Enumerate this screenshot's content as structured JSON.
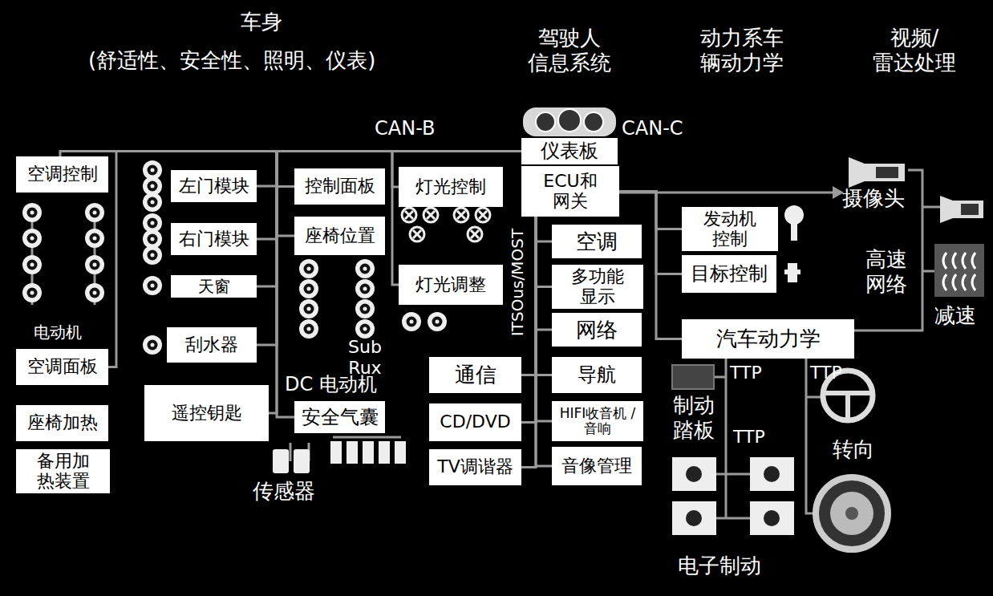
{
  "diagram": {
    "nodes": [
      {
        "text": [
          "空调控制"
        ]
      },
      {
        "text": [
          "空调面板"
        ]
      },
      {
        "text": [
          "座椅加热"
        ]
      },
      {
        "text": [
          "备用加 热装置"
        ]
      },
      {
        "text": [
          "左门模块"
        ]
      },
      {
        "text": [
          "右门模块"
        ]
      },
      {
        "text": [
          "天窗"
        ]
      },
      {
        "text": [
          "刮水器"
        ]
      },
      {
        "text": [
          "遥控钥匙"
        ]
      },
      {
        "text": [
          "控制面板"
        ]
      },
      {
        "text": [
          "座椅位置"
        ]
      },
      {
        "text": [
          "安全气囊"
        ]
      },
      {
        "text": [
          "灯光控制"
        ]
      },
      {
        "text": [
          "灯光调整"
        ]
      },
      {
        "text": [
          "仪表板"
        ]
      },
      {
        "text": [
          "ECU和 网关"
        ]
      },
      {
        "text": [
          "空调"
        ]
      },
      {
        "text": [
          "多功能 显示"
        ]
      },
      {
        "text": [
          "网络"
        ]
      },
      {
        "text": [
          "导航"
        ]
      },
      {
        "text": [
          "HIFI收音机 /音响"
        ]
      },
      {
        "text": [
          "音像管理"
        ]
      },
      {
        "text": [
          "通信"
        ]
      },
      {
        "text": [
          "CD/DVD"
        ]
      },
      {
        "text": [
          "TV调谐器"
        ]
      },
      {
        "text": [
          "发动机 控制"
        ]
      },
      {
        "text": [
          "目标控制"
        ]
      },
      {
        "text": [
          "汽车动力学"
        ]
      }
    ],
    "edges": [
      {
        "from": 14,
        "to": 0,
        "arrow": "none"
      },
      {
        "from": 14,
        "to": 1,
        "arrow": "none"
      },
      {
        "from": 14,
        "to": 4,
        "arrow": "none"
      },
      {
        "from": 14,
        "to": 5,
        "arrow": "none"
      },
      {
        "from": 14,
        "to": 6,
        "arrow": "none"
      },
      {
        "from": 14,
        "to": 7,
        "arrow": "none"
      },
      {
        "from": 14,
        "to": 8,
        "arrow": "none"
      },
      {
        "from": 14,
        "to": 9,
        "arrow": "none"
      },
      {
        "from": 14,
        "to": 10,
        "arrow": "none"
      },
      {
        "from": 14,
        "to": 11,
        "arrow": "none"
      },
      {
        "from": 14,
        "to": 12,
        "arrow": "none"
      },
      {
        "from": 14,
        "to": 13,
        "arrow": "none"
      },
      {
        "from": 15,
        "to": 16,
        "arrow": "none"
      },
      {
        "from": 15,
        "to": 17,
        "arrow": "none"
      },
      {
        "from": 15,
        "to": 18,
        "arrow": "none"
      },
      {
        "from": 15,
        "to": 19,
        "arrow": "none"
      },
      {
        "from": 15,
        "to": 20,
        "arrow": "none"
      },
      {
        "from": 15,
        "to": 21,
        "arrow": "none"
      },
      {
        "from": 15,
        "to": 22,
        "arrow": "none"
      },
      {
        "from": 15,
        "to": 23,
        "arrow": "none"
      },
      {
        "from": 15,
        "to": 24,
        "arrow": "none"
      },
      {
        "from": 15,
        "to": 25,
        "arrow": "none"
      },
      {
        "from": 15,
        "to": 26,
        "arrow": "none"
      },
      {
        "from": 15,
        "to": 27,
        "arrow": "none"
      }
    ],
    "labels": [
      "车身",
      "(舒适性、安全性、照明、仪表)",
      "驾驶人 信息系统",
      "动力系车 辆动力学",
      "视频/ 雷达处理",
      "CAN-B",
      "CAN-C",
      "电动机",
      "Sub Rux",
      "DC 电动机",
      "传感器",
      "ITSOus/MOST",
      "摄像头",
      "高速 网络",
      "减速",
      "制动 踏板",
      "TTP",
      "TTP",
      "TTP",
      "转向",
      "电子制动"
    ]
  }
}
